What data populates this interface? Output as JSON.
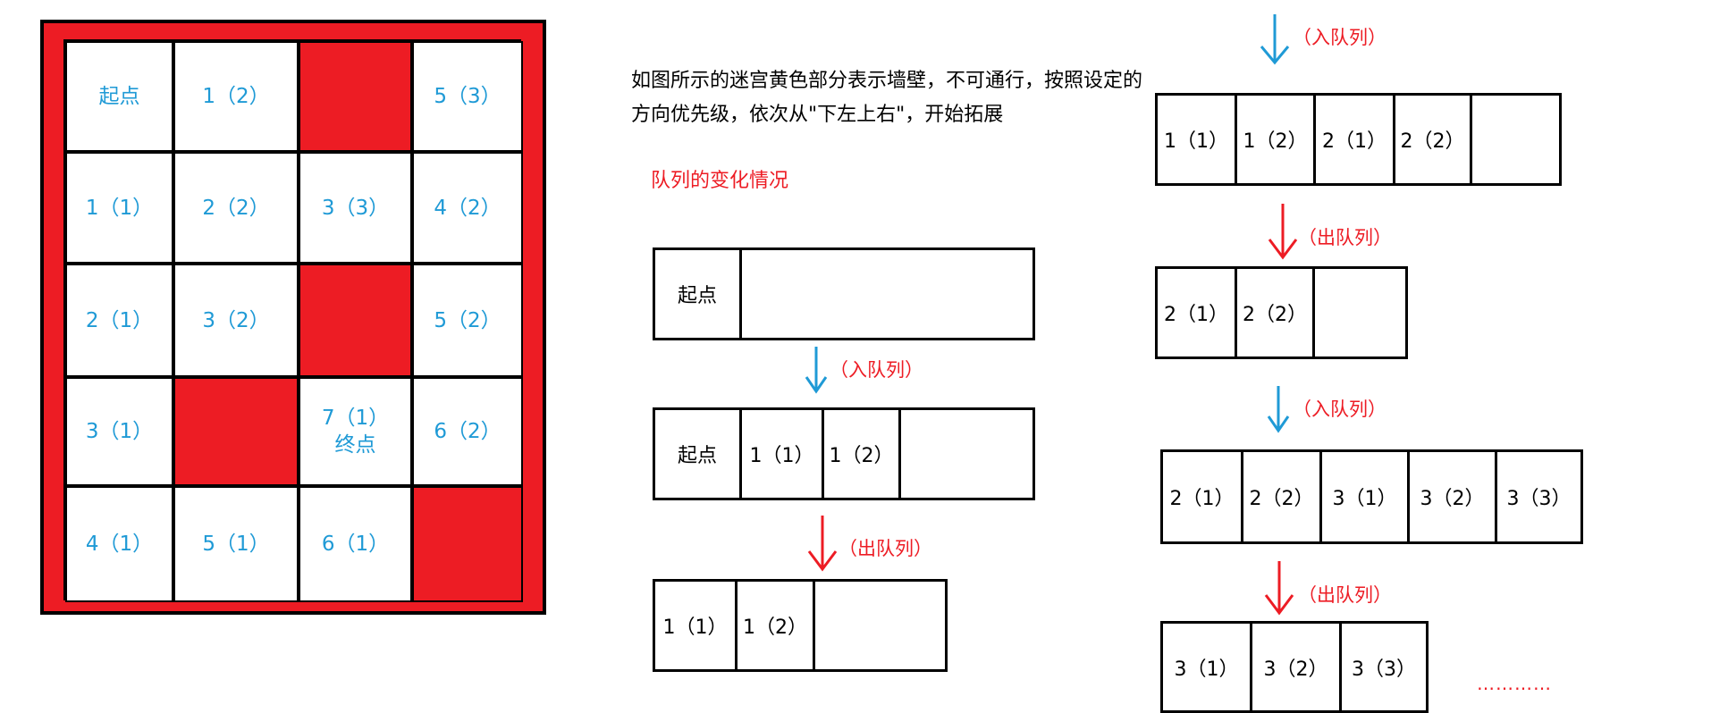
{
  "maze": {
    "rows": [
      [
        {
          "text": "起点"
        },
        {
          "text": "1（2）"
        },
        {
          "text": "",
          "wall": true
        },
        {
          "text": "5（3）"
        }
      ],
      [
        {
          "text": "1（1）"
        },
        {
          "text": "2（2）"
        },
        {
          "text": "3（3）"
        },
        {
          "text": "4（2）"
        }
      ],
      [
        {
          "text": "2（1）"
        },
        {
          "text": "3（2）"
        },
        {
          "text": "",
          "wall": true
        },
        {
          "text": "5（2）"
        }
      ],
      [
        {
          "text": "3（1）"
        },
        {
          "text": "",
          "wall": true
        },
        {
          "text": "7（1）\n终点"
        },
        {
          "text": "6（2）"
        }
      ],
      [
        {
          "text": "4（1）"
        },
        {
          "text": "5（1）"
        },
        {
          "text": "6（1）"
        },
        {
          "text": "",
          "wall": true
        }
      ]
    ]
  },
  "description": "如图所示的迷宫黄色部分表示墙壁，不可通行，按照设定的方向优先级，依次从\"下左上右\"，开始拓展",
  "queue_title": "队列的变化情况",
  "colors": {
    "wall": "#ed1c24",
    "enqueue_arrow": "#1f9ad6",
    "dequeue_arrow": "#ed1c24",
    "cell_text": "#1f9ad6"
  },
  "queues": [
    {
      "cells": [
        "起点",
        ""
      ]
    },
    {
      "cells": [
        "起点",
        "1（1）",
        "1（2）",
        ""
      ]
    },
    {
      "cells": [
        "1（1）",
        "1（2）",
        ""
      ]
    },
    {
      "cells": [
        "1（1）",
        "1（2）",
        "2（1）",
        "2（2）",
        ""
      ]
    },
    {
      "cells": [
        "2（1）",
        "2（2）",
        ""
      ]
    },
    {
      "cells": [
        "2（1）",
        "2（2）",
        "3（1）",
        "3（2）",
        "3（3）"
      ]
    },
    {
      "cells": [
        "3（1）",
        "3（2）",
        "3（3）"
      ]
    }
  ],
  "operations": [
    {
      "label": "（入队列）",
      "kind": "enqueue"
    },
    {
      "label": "（出队列）",
      "kind": "dequeue"
    },
    {
      "label": "（入队列）",
      "kind": "enqueue"
    },
    {
      "label": "（出队列）",
      "kind": "dequeue"
    },
    {
      "label": "（入队列）",
      "kind": "enqueue"
    },
    {
      "label": "（出队列）",
      "kind": "dequeue"
    }
  ],
  "ellipsis": "…………"
}
